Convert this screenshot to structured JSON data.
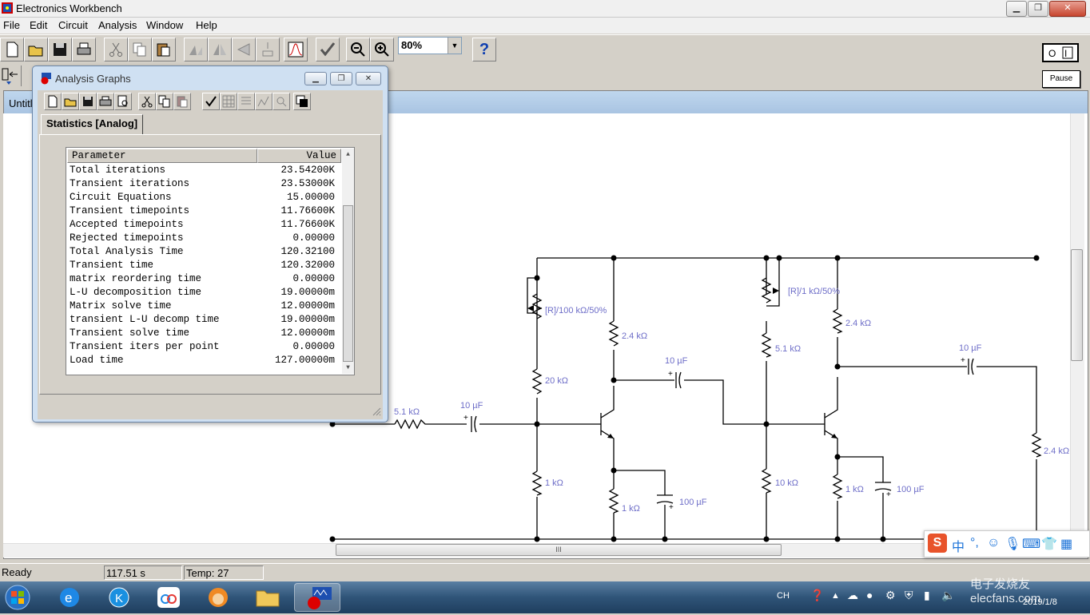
{
  "window": {
    "title": "Electronics Workbench"
  },
  "menu": [
    "File",
    "Edit",
    "Circuit",
    "Analysis",
    "Window",
    "Help"
  ],
  "toolbar": {
    "zoom_value": "80%",
    "help_label": "?"
  },
  "pause_label": "Pause",
  "document": {
    "title": "Untitl"
  },
  "dialog": {
    "title": "Analysis Graphs",
    "tab": "Statistics [Analog]",
    "header": {
      "parameter": "Parameter",
      "value": "Value"
    },
    "rows": [
      {
        "p": "Total iterations",
        "v": "23.54200K"
      },
      {
        "p": "Transient iterations",
        "v": "23.53000K"
      },
      {
        "p": "Circuit Equations",
        "v": "15.00000"
      },
      {
        "p": "Transient timepoints",
        "v": "11.76600K"
      },
      {
        "p": "Accepted timepoints",
        "v": "11.76600K"
      },
      {
        "p": "Rejected timepoints",
        "v": "0.00000"
      },
      {
        "p": "Total Analysis Time",
        "v": "120.32100"
      },
      {
        "p": "Transient time",
        "v": "120.32000"
      },
      {
        "p": "matrix reordering time",
        "v": "0.00000"
      },
      {
        "p": "L-U decomposition time",
        "v": "19.00000m"
      },
      {
        "p": "Matrix solve time",
        "v": "12.00000m"
      },
      {
        "p": "transient L-U decomp time",
        "v": "19.00000m"
      },
      {
        "p": "Transient solve time",
        "v": "12.00000m"
      },
      {
        "p": "Transient iters per point",
        "v": "0.00000"
      },
      {
        "p": "Load time",
        "v": "127.00000m"
      }
    ]
  },
  "circuit": {
    "labels": {
      "pot1": "[R]/100 kΩ/50%",
      "r_2_4k_a": "2.4 kΩ",
      "r_20k": "20 kΩ",
      "r_5_1k_in": "5.1 kΩ",
      "c_10u_in": "10 µF",
      "c_10u_mid": "10 µF",
      "r_1k_a": "1 kΩ",
      "r_1k_b": "1 kΩ",
      "c_100u_a": "100 µF",
      "pot2": "[R]/1 kΩ/50%",
      "r_5_1k_b": "5.1 kΩ",
      "r_10k": "10 kΩ",
      "r_2_4k_b": "2.4 kΩ",
      "r_1k_c": "1 kΩ",
      "c_100u_b": "100 µF",
      "c_10u_out": "10 µF",
      "r_2_4k_load": "2.4 kΩ"
    }
  },
  "status": {
    "ready": "Ready",
    "time": "117.51 s",
    "temp_label": "Temp:  27"
  },
  "ime": {
    "lang": "中"
  },
  "tray": {
    "lang": "CH",
    "date": "2019/1/8"
  },
  "watermark": "电子发烧友 elecfans.com"
}
